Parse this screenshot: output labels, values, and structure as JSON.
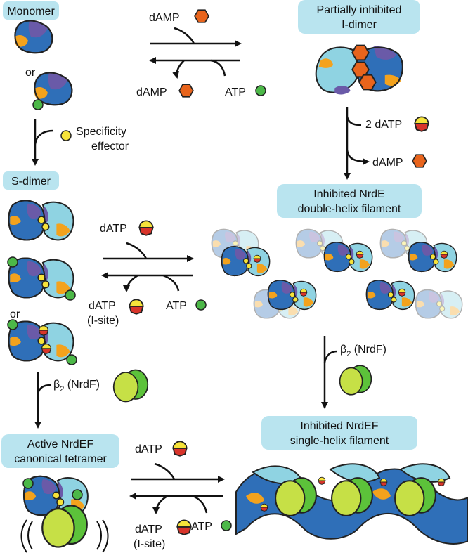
{
  "colors": {
    "label_box": "#b9e4ef",
    "dark_blue": "#2f6fb8",
    "light_blue": "#8fd3e2",
    "purple": "#6a5aa8",
    "orange": "#f3a21d",
    "dAMP_hex": "#e8641c",
    "atp_green": "#4cb848",
    "effector_yellow": "#f6e33a",
    "dATP_red": "#d8342a",
    "nrdF_lime": "#c6e046",
    "nrdF_green": "#5cc23a"
  },
  "boxes": {
    "monomer": "Monomer",
    "s_dimer": "S-dimer",
    "i_dimer": [
      "Partially inhibited",
      "I-dimer"
    ],
    "double_helix": [
      "Inhibited NrdE",
      "double-helix filament"
    ],
    "single_helix": [
      "Inhibited NrdEF",
      "single-helix filament"
    ],
    "tetramer": [
      "Active NrdEF",
      "canonical tetramer"
    ]
  },
  "labels": {
    "or1": "or",
    "or2": "or",
    "specificity_effector": [
      "Specificity",
      "effector"
    ],
    "damp_top": "dAMP",
    "damp_bottom": "dAMP",
    "atp_top": "ATP",
    "two_datp": "2 dATP",
    "damp_right": "dAMP",
    "datp_mid": "dATP",
    "datp_isite_mid": [
      "dATP",
      "(I-site)"
    ],
    "atp_mid": "ATP",
    "beta2_left": [
      "β",
      "2",
      " (NrdF)"
    ],
    "beta2_right": [
      "β",
      "2",
      " (NrdF)"
    ],
    "datp_bottom": "dATP",
    "datp_isite_bottom": [
      "dATP",
      "(I-site)"
    ],
    "atp_bottom": "ATP"
  }
}
